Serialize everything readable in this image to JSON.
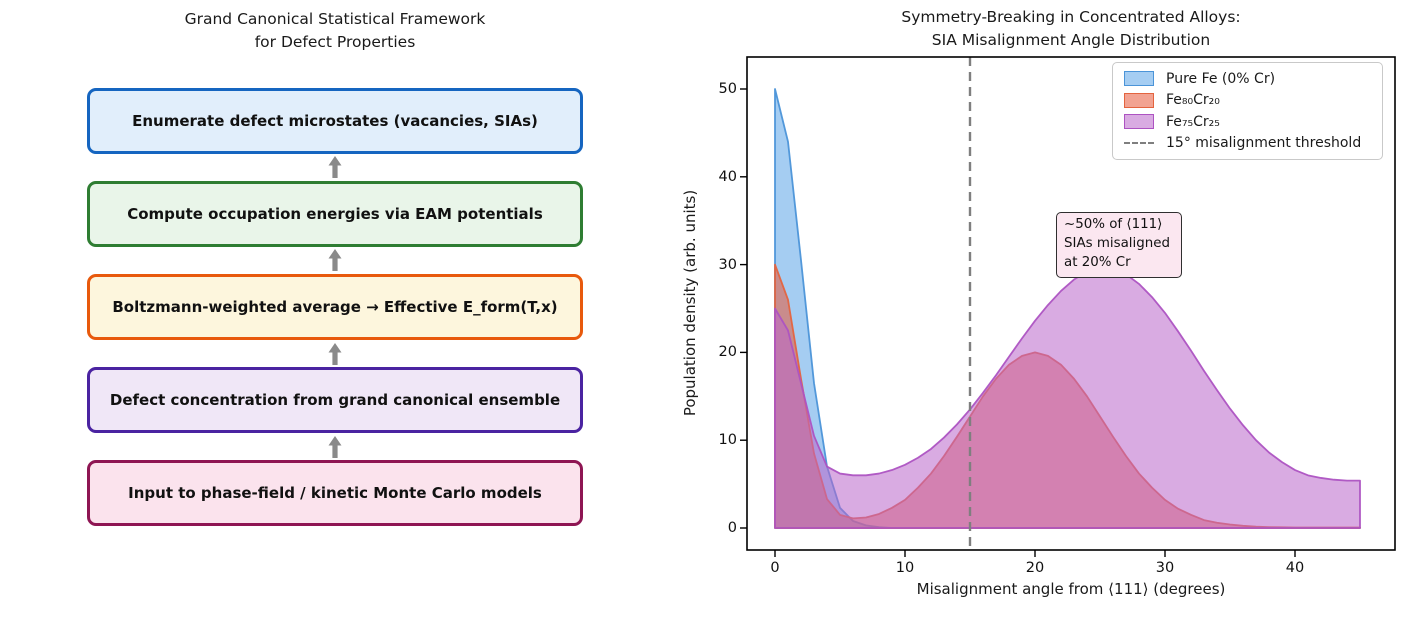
{
  "figure": {
    "background": "#ffffff"
  },
  "left_panel": {
    "title": "Grand Canonical Statistical Framework\nfor Defect Properties",
    "flow_direction": "bottom-to-top",
    "arrow_color": "#8a8a8a",
    "boxes": [
      {
        "label": "Enumerate defect microstates (vacancies, SIAs)",
        "fill": "#e1eefb",
        "border": "#1565c0"
      },
      {
        "label": "Compute occupation energies via EAM potentials",
        "fill": "#e9f5e9",
        "border": "#2e7d32"
      },
      {
        "label": "Boltzmann-weighted average → Effective E_form(T,x)",
        "fill": "#fdf6dd",
        "border": "#e8590c"
      },
      {
        "label": "Defect concentration from grand canonical ensemble",
        "fill": "#f0e7f7",
        "border": "#4a23a1"
      },
      {
        "label": "Input to phase-field / kinetic Monte Carlo models",
        "fill": "#fbe3ed",
        "border": "#8e1553"
      }
    ]
  },
  "chart_data": {
    "type": "area",
    "title": "Symmetry-Breaking in Concentrated Alloys:\nSIA Misalignment Angle Distribution",
    "xlabel": "Misalignment angle from ⟨111⟩ (degrees)",
    "ylabel": "Population density (arb. units)",
    "xlim": [
      -2.2,
      47.7
    ],
    "ylim": [
      -3.7,
      53.6
    ],
    "xticks": [
      0,
      10,
      20,
      30,
      40
    ],
    "yticks": [
      0,
      10,
      20,
      30,
      40,
      50
    ],
    "grid": false,
    "legend_position": "upper right",
    "x": [
      0,
      1,
      2,
      3,
      4,
      5,
      6,
      7,
      8,
      9,
      10,
      11,
      12,
      13,
      14,
      15,
      16,
      17,
      18,
      19,
      20,
      21,
      22,
      23,
      24,
      25,
      26,
      27,
      28,
      29,
      30,
      31,
      32,
      33,
      34,
      35,
      36,
      37,
      38,
      39,
      40,
      41,
      42,
      43,
      44,
      45
    ],
    "series": [
      {
        "name": "Pure Fe (0% Cr)",
        "fill": "#5ba4e7",
        "stroke": "#4b94d8",
        "fill_opacity": 0.55,
        "values": [
          50,
          44,
          30.5,
          16.5,
          7,
          2.3,
          0.8,
          0.3,
          0.1,
          0,
          0,
          0,
          0,
          0,
          0,
          0,
          0,
          0,
          0,
          0,
          0,
          0,
          0,
          0,
          0,
          0,
          0,
          0,
          0,
          0,
          0,
          0,
          0,
          0,
          0,
          0,
          0,
          0,
          0,
          0,
          0,
          0,
          0,
          0,
          0,
          0
        ]
      },
      {
        "name": "Fe₈₀Cr₂₀",
        "fill": "#e75838",
        "stroke": "#e4643f",
        "fill_opacity": 0.55,
        "values": [
          30,
          26,
          17,
          8.5,
          3.3,
          1.5,
          1.1,
          1.2,
          1.6,
          2.3,
          3.2,
          4.6,
          6.2,
          8.2,
          10.4,
          12.7,
          15,
          17,
          18.6,
          19.6,
          20,
          19.6,
          18.6,
          17,
          15,
          12.7,
          10.4,
          8.2,
          6.2,
          4.6,
          3.2,
          2.2,
          1.5,
          0.9,
          0.6,
          0.4,
          0.25,
          0.15,
          0.1,
          0.08,
          0.06,
          0.05,
          0.05,
          0.05,
          0.05,
          0.05
        ]
      },
      {
        "name": "Fe₇₅Cr₂₅",
        "fill": "#ba66ca",
        "stroke": "#ad53c2",
        "fill_opacity": 0.55,
        "values": [
          25,
          22.5,
          16.5,
          10.5,
          7,
          6.2,
          6,
          6,
          6.2,
          6.6,
          7.2,
          8,
          9,
          10.3,
          11.8,
          13.5,
          15.4,
          17.4,
          19.5,
          21.6,
          23.6,
          25.4,
          27,
          28.3,
          29.2,
          29.6,
          29.5,
          28.9,
          27.8,
          26.3,
          24.5,
          22.4,
          20.2,
          17.9,
          15.7,
          13.6,
          11.7,
          10,
          8.6,
          7.5,
          6.6,
          6,
          5.7,
          5.5,
          5.4,
          5.4
        ]
      }
    ],
    "threshold": {
      "x": 15,
      "label": "15° misalignment threshold",
      "color": "#7f7f7f",
      "style": "dashed"
    },
    "annotation": {
      "text": "~50% of ⟨111⟩\nSIAs misaligned\nat 20% Cr",
      "bg": "#fbe7f0",
      "border": "#2f2f2f",
      "anchor": {
        "x_deg": 20,
        "y_val": 30
      }
    }
  }
}
